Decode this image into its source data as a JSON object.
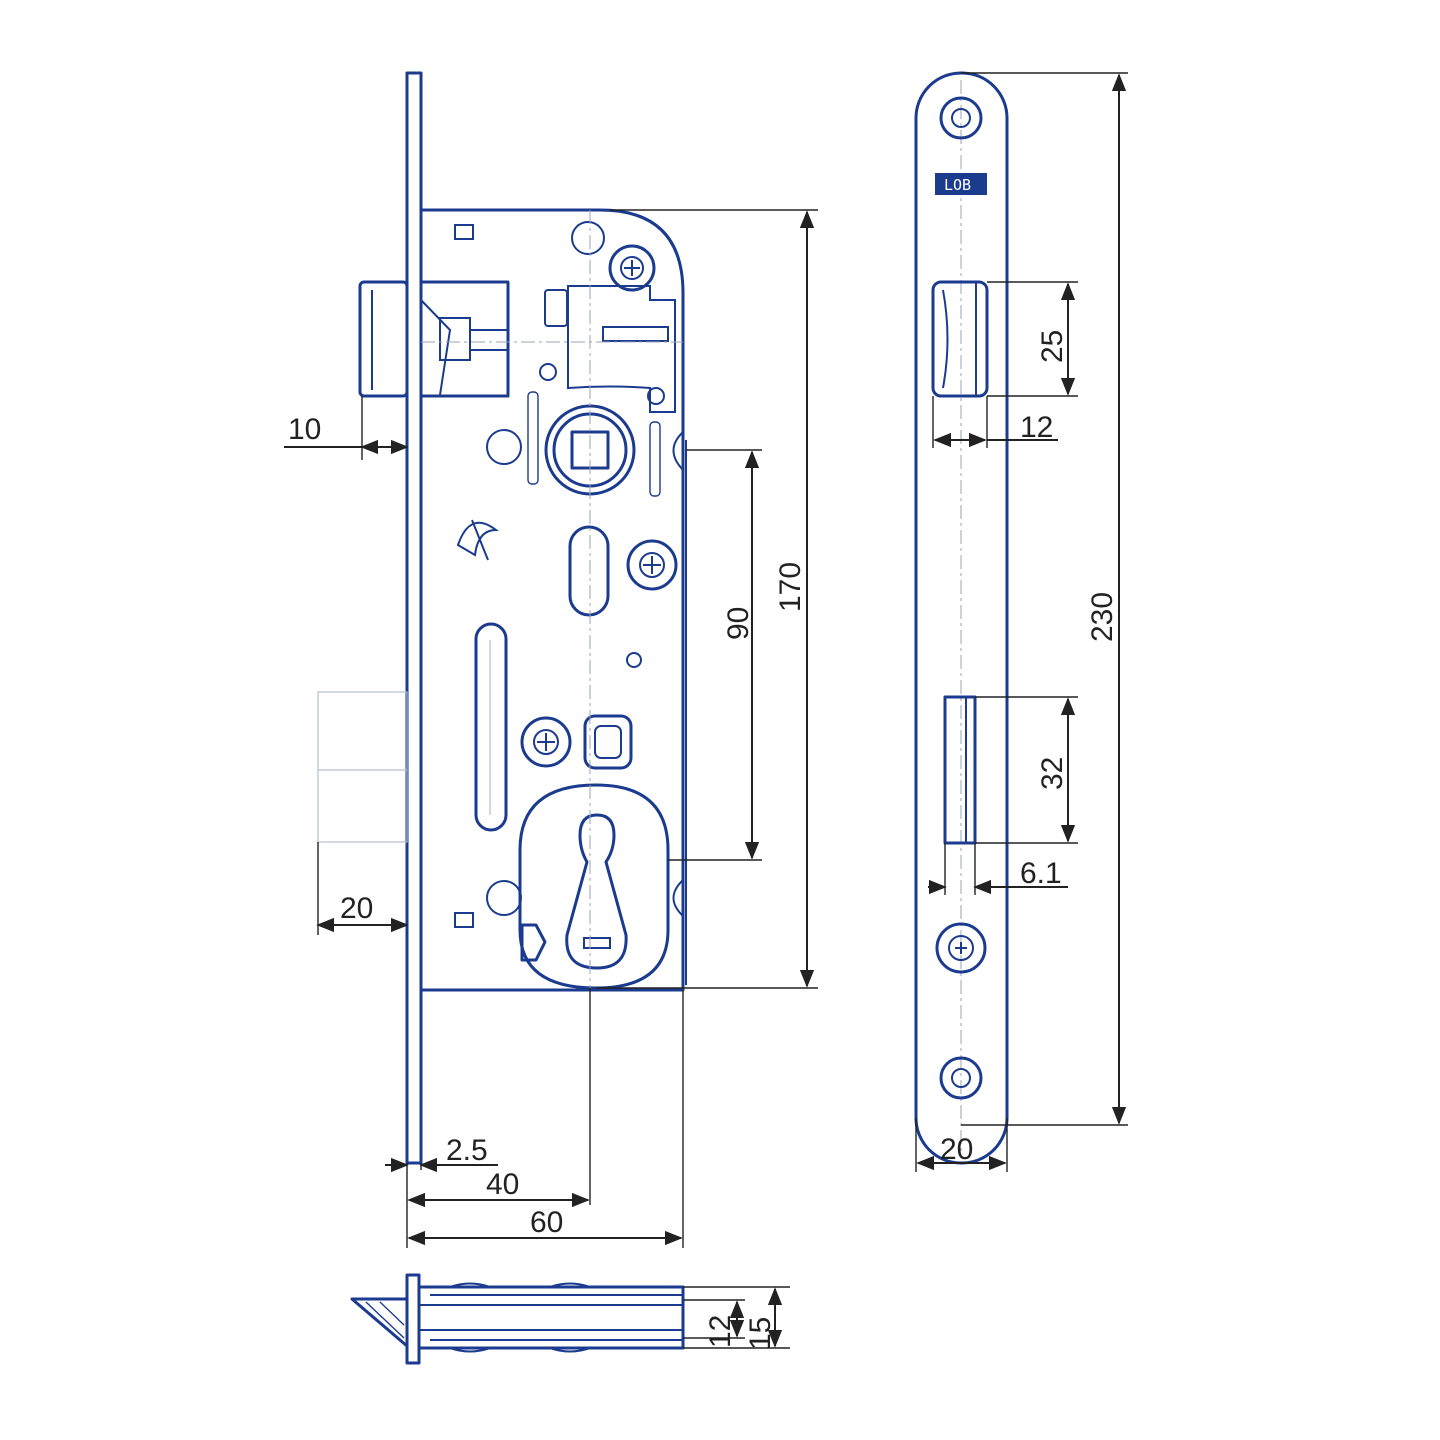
{
  "colors": {
    "outline": "#1b3b8f",
    "dimension": "#222222",
    "centerline": "#9aa3b8",
    "background": "#ffffff"
  },
  "dimensions": {
    "latch_projection": "10",
    "deadbolt_projection": "20",
    "faceplate_thickness": "2.5",
    "backset": "40",
    "case_depth": "60",
    "spindle_to_cylinder": "90",
    "case_height": "170",
    "faceplate_length": "230",
    "strike_latch_opening": "25",
    "strike_latch_depth": "12",
    "strike_bolt_opening": "32",
    "strike_bolt_offset": "6.1",
    "faceplate_width": "20",
    "bolt_width": "12",
    "case_width": "15"
  },
  "labels": {
    "faceplate_stamp": "LOB"
  }
}
